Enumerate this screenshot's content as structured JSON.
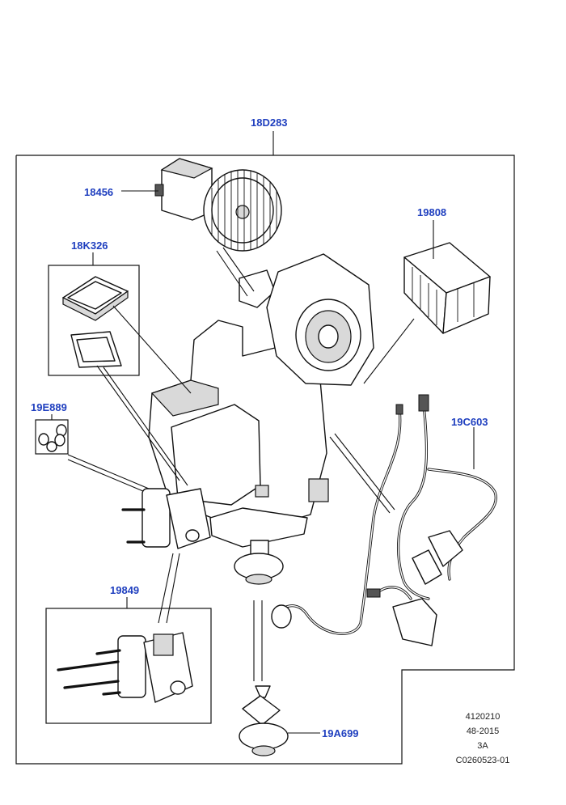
{
  "diagram": {
    "callouts": {
      "assembly": "18D283",
      "blower_motor": "18456",
      "gasket_kit": "18K326",
      "filter": "19808",
      "o_ring_kit": "19E889",
      "harness": "19C603",
      "actuator": "19849",
      "drain_valve": "19A699"
    },
    "meta": {
      "line1": "4120210",
      "line2": "48-2015",
      "line3": "3A",
      "line4": "C0260523-01"
    },
    "colors": {
      "callout_text": "#1f3fbf",
      "line_art": "#111111"
    }
  }
}
